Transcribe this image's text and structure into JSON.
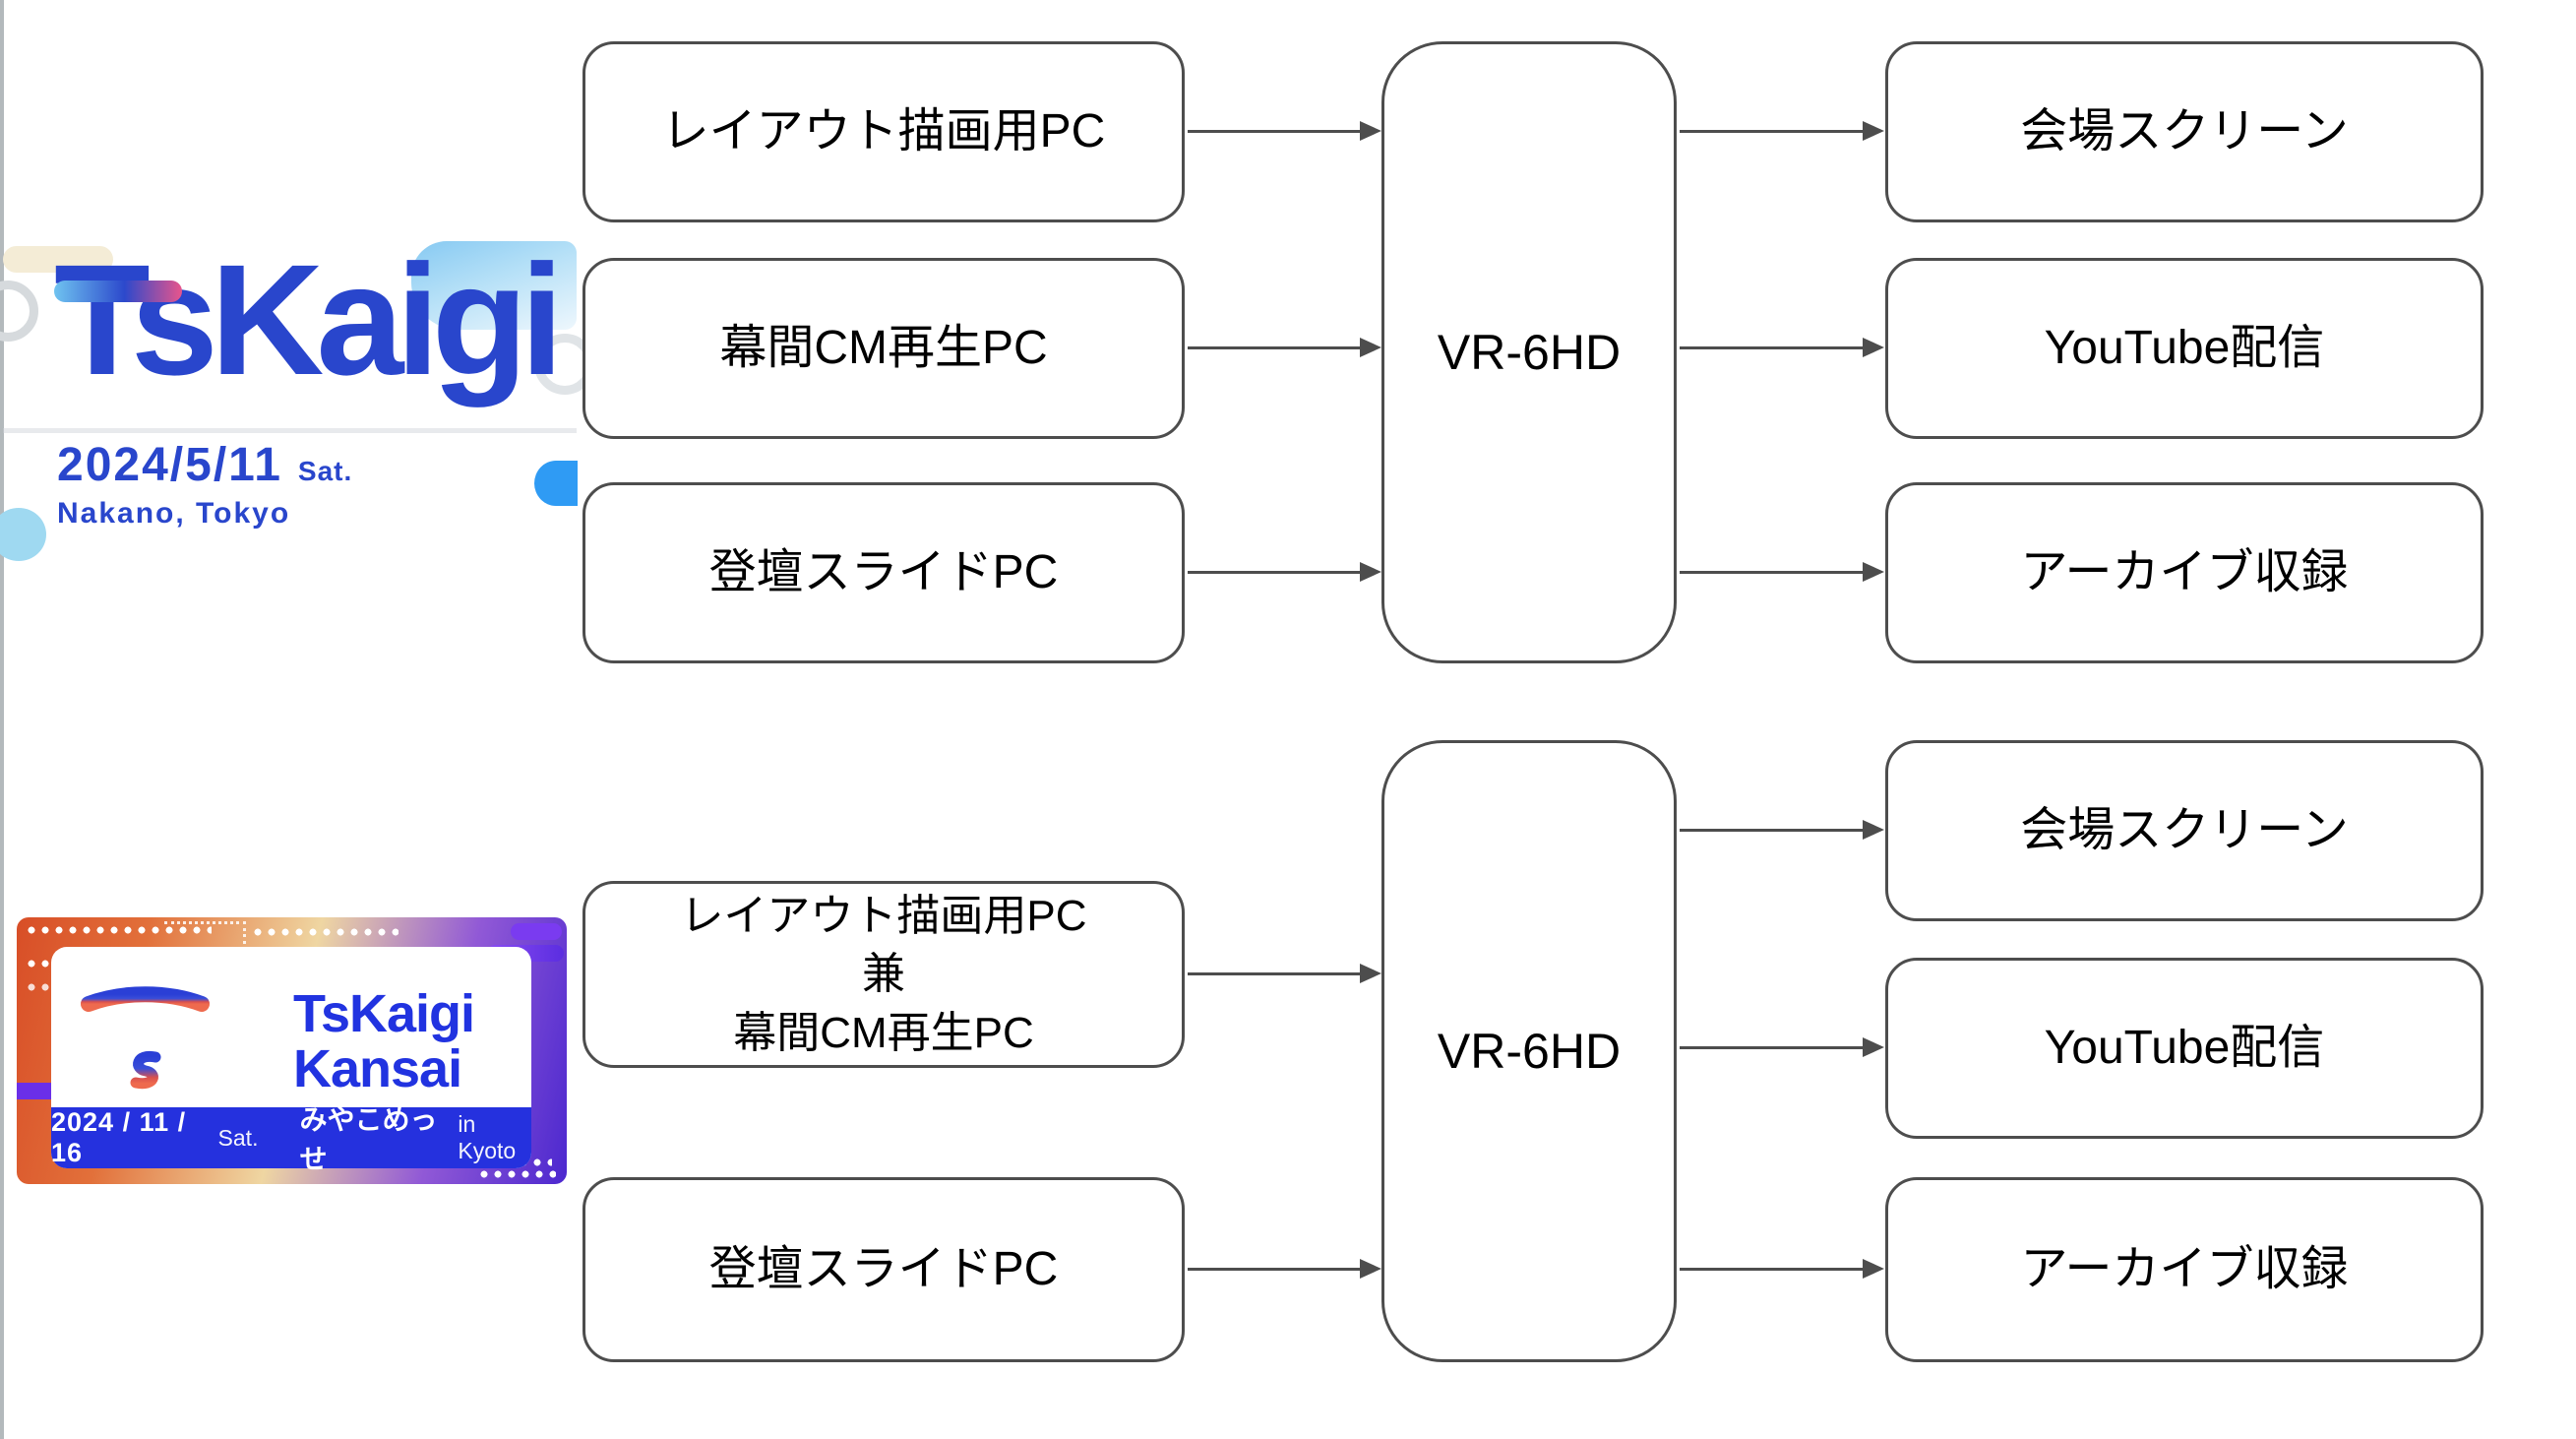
{
  "style": {
    "background": "#ffffff",
    "node_border_color": "#4d4d4d",
    "arrow_color": "#4d4d4d",
    "node_text_color": "#000000",
    "logo1_blue": "#2946cc",
    "logo1_accent_gradient": [
      "#6fc3f0",
      "#2c49cc",
      "#e8558c"
    ],
    "kansai_blue": "#2133e0",
    "kansai_bar_blue": "#2531de",
    "kansai_card_gradient": [
      "#d84e27",
      "#efd6a2",
      "#4c28cf"
    ]
  },
  "logo1": {
    "brand": "TsKaigi",
    "date": "2024/5/11",
    "day": "Sat.",
    "location": "Nakano, Tokyo"
  },
  "logo2": {
    "brand_line1": "TsKaigi",
    "brand_line2": "Kansai",
    "date": "2024 / 11 / 16",
    "day": "Sat.",
    "venue": "みやこめっせ",
    "venue_suffix": "in Kyoto"
  },
  "diagram1": {
    "inputs": [
      "レイアウト描画用PC",
      "幕間CM再生PC",
      "登壇スライドPC"
    ],
    "hub": "VR-6HD",
    "outputs": [
      "会場スクリーン",
      "YouTube配信",
      "アーカイブ収録"
    ]
  },
  "diagram2": {
    "input1_lines": [
      "レイアウト描画用PC",
      "兼",
      "幕間CM再生PC"
    ],
    "input2": "登壇スライドPC",
    "hub": "VR-6HD",
    "outputs": [
      "会場スクリーン",
      "YouTube配信",
      "アーカイブ収録"
    ]
  }
}
